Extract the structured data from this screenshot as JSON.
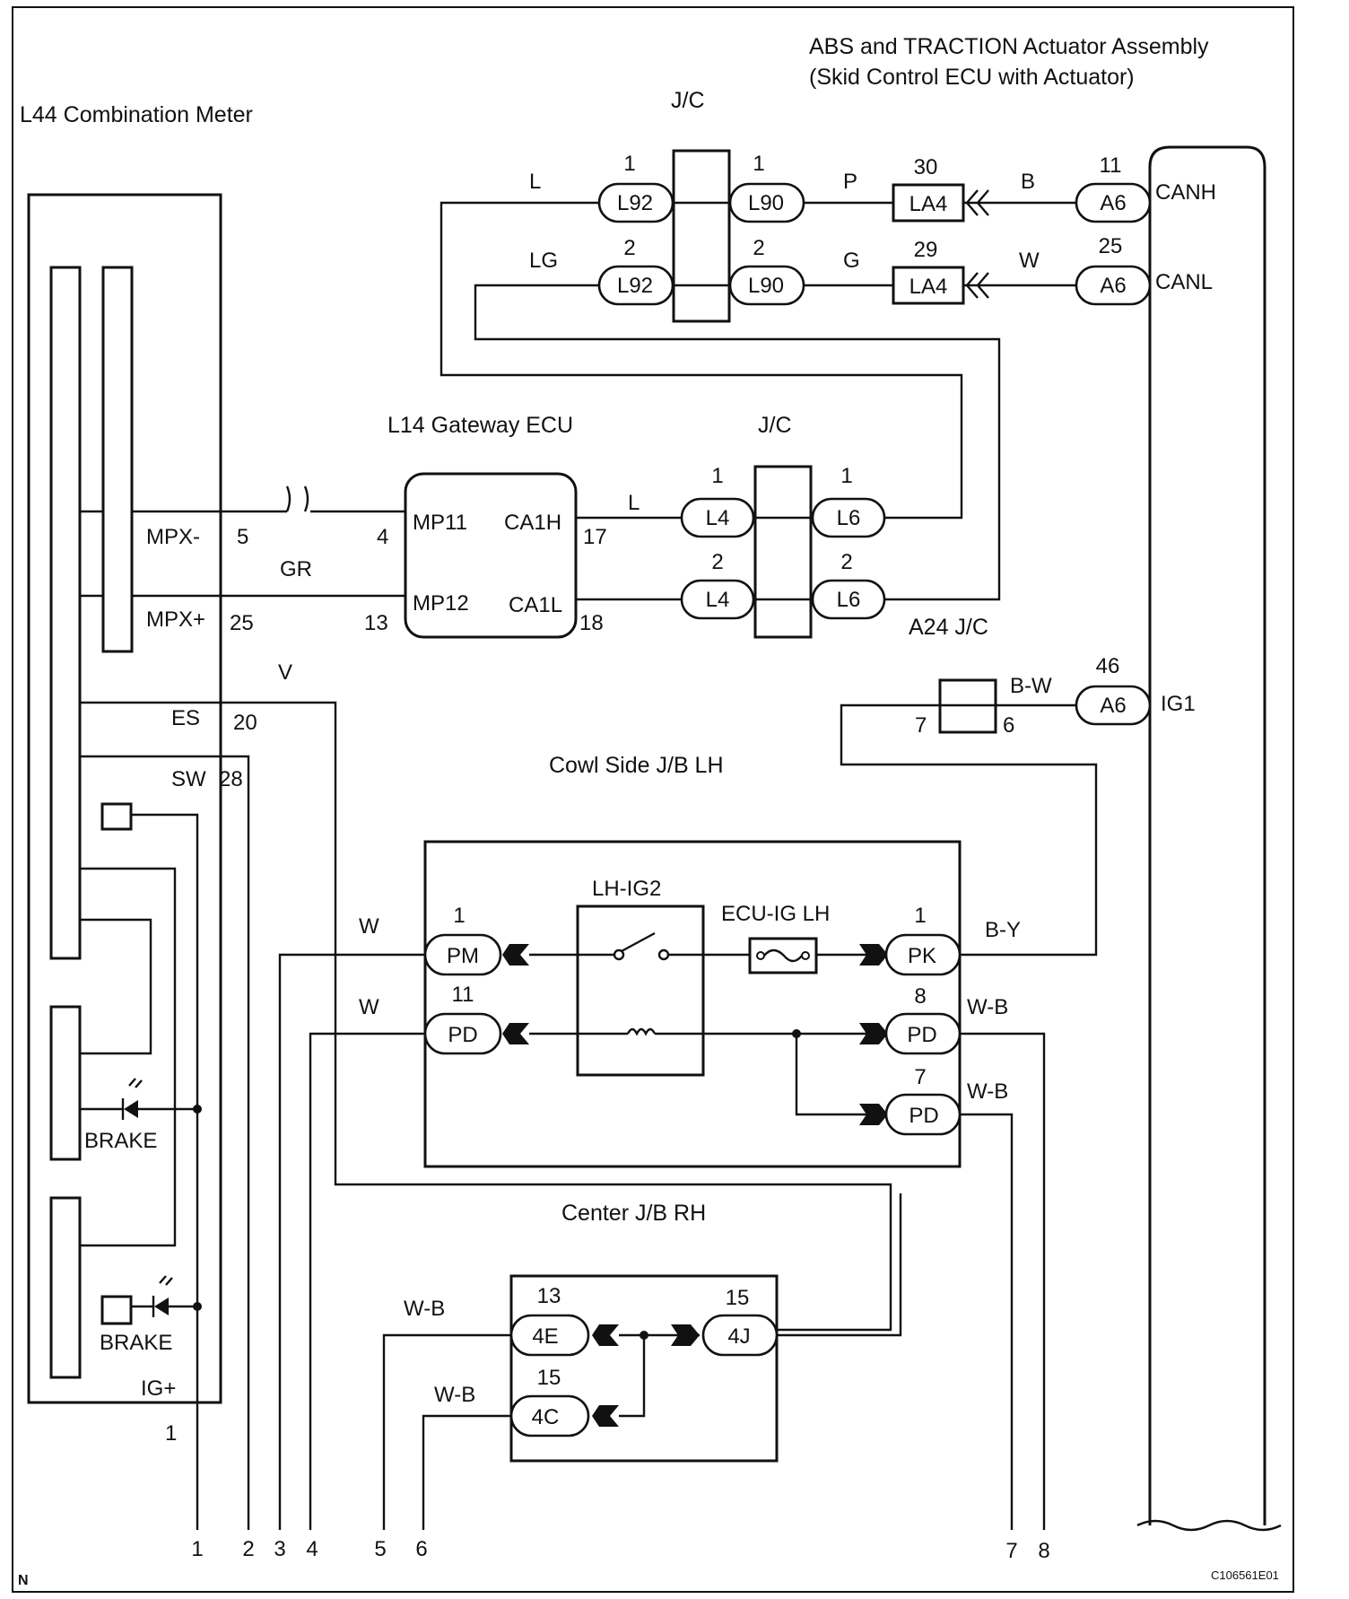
{
  "components": {
    "combination_meter": "L44 Combination Meter",
    "abs_actuator_line1": "ABS and TRACTION Actuator Assembly",
    "abs_actuator_line2": "(Skid Control ECU with Actuator)",
    "gateway_ecu": "L14 Gateway ECU",
    "jc_top": "J/C",
    "jc_mid": "J/C",
    "a24_jc": "A24 J/C",
    "cowl_jb": "Cowl Side J/B LH",
    "center_jb": "Center J/B RH",
    "relay_lh_ig2": "LH-IG2",
    "fuse_ecu_ig_lh": "ECU-IG LH"
  },
  "meter_pins": {
    "mpx_minus": "MPX-",
    "mpx_minus_num": "5",
    "mpx_plus": "MPX+",
    "mpx_plus_num": "25",
    "es": "ES",
    "es_num": "20",
    "sw": "SW",
    "sw_num": "28",
    "igp": "IG+",
    "igp_num": "1",
    "brake1": "BRAKE",
    "brake2": "BRAKE"
  },
  "gateway_pins": {
    "mp11": "MP11",
    "mp11_num": "4",
    "mp12": "MP12",
    "mp12_num": "13",
    "ca1h": "CA1H",
    "ca1h_num": "17",
    "ca1l": "CA1L",
    "ca1l_num": "18"
  },
  "abs_pins": {
    "canh": "CANH",
    "canl": "CANL",
    "ig1": "IG1"
  },
  "connectors": {
    "l92a": {
      "label": "L92",
      "pin": "1"
    },
    "l92b": {
      "label": "L92",
      "pin": "2"
    },
    "l90a": {
      "label": "L90",
      "pin": "1"
    },
    "l90b": {
      "label": "L90",
      "pin": "2"
    },
    "la4a": {
      "label": "LA4",
      "pin": "30"
    },
    "la4b": {
      "label": "LA4",
      "pin": "29"
    },
    "a6a": {
      "label": "A6",
      "pin": "11"
    },
    "a6b": {
      "label": "A6",
      "pin": "25"
    },
    "a6c": {
      "label": "A6",
      "pin": "46"
    },
    "l4a": {
      "label": "L4",
      "pin": "1"
    },
    "l4b": {
      "label": "L4",
      "pin": "2"
    },
    "l6a": {
      "label": "L6",
      "pin": "1"
    },
    "l6b": {
      "label": "L6",
      "pin": "2"
    },
    "pm": {
      "label": "PM",
      "pin": "1"
    },
    "pd_left": {
      "label": "PD",
      "pin": "11"
    },
    "pk": {
      "label": "PK",
      "pin": "1"
    },
    "pd_r8": {
      "label": "PD",
      "pin": "8"
    },
    "pd_r7": {
      "label": "PD",
      "pin": "7"
    },
    "c4e": {
      "label": "4E",
      "pin": "13"
    },
    "c4c": {
      "label": "4C",
      "pin": "15"
    },
    "c4j": {
      "label": "4J",
      "pin": "15"
    },
    "a24_pin7": "7",
    "a24_pin6": "6"
  },
  "wire_colors": {
    "w_l_top": "L",
    "w_lg_top": "LG",
    "w_p": "P",
    "w_g": "G",
    "w_b": "B",
    "w_w_top": "W",
    "w_l_mid": "L",
    "w_gr": "GR",
    "w_v": "V",
    "w_bw": "B-W",
    "w_by": "B-Y",
    "w_w_pm": "W",
    "w_w_pd": "W",
    "w_wb_8": "W-B",
    "w_wb_7": "W-B",
    "w_wb_4e": "W-B",
    "w_wb_4c": "W-B"
  },
  "terminals": [
    "1",
    "2",
    "3",
    "4",
    "5",
    "6",
    "7",
    "8"
  ],
  "corner_marker": "N",
  "figure_code": "C106561E01"
}
